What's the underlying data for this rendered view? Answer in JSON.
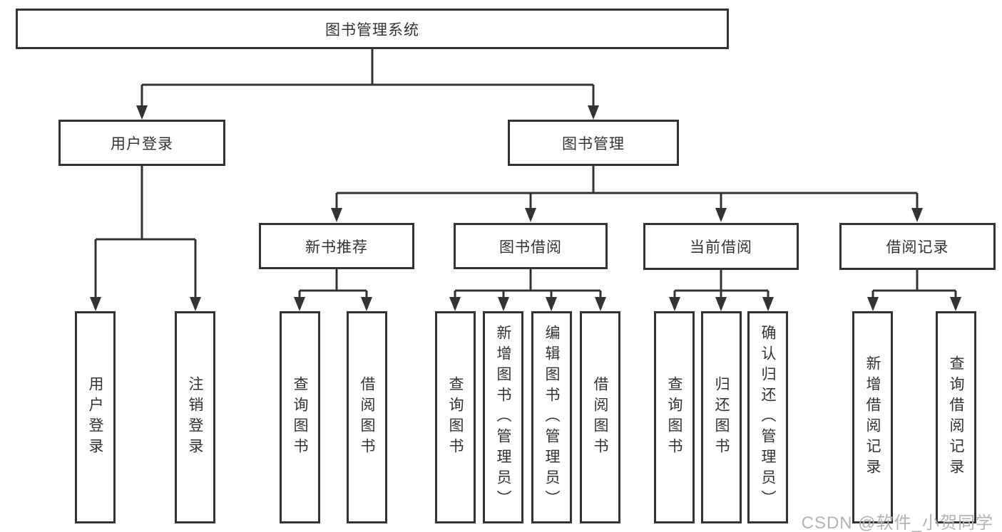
{
  "tree": {
    "root": "图书管理系统",
    "branches": [
      {
        "label": "用户登录",
        "children": [
          "用户登录",
          "注销登录"
        ]
      },
      {
        "label": "图书管理",
        "children": [
          {
            "label": "新书推荐",
            "children": [
              "查询图书",
              "借阅图书"
            ]
          },
          {
            "label": "图书借阅",
            "children": [
              "查询图书",
              "新增图书（管理员）",
              "编辑图书（管理员）",
              "借阅图书"
            ]
          },
          {
            "label": "当前借阅",
            "children": [
              "查询图书",
              "归还图书",
              "确认归还（管理员）"
            ]
          },
          {
            "label": "借阅记录",
            "children": [
              "新增借阅记录",
              "查询借阅记录"
            ]
          }
        ]
      }
    ]
  },
  "watermark": {
    "text": "CSDN @软件_小贺同学"
  },
  "colors": {
    "line": "#333333",
    "box_border": "#333333",
    "box_background": "#ffffff",
    "text": "#333333",
    "watermark": "#b3b3b3",
    "page_background": "#ffffff"
  }
}
